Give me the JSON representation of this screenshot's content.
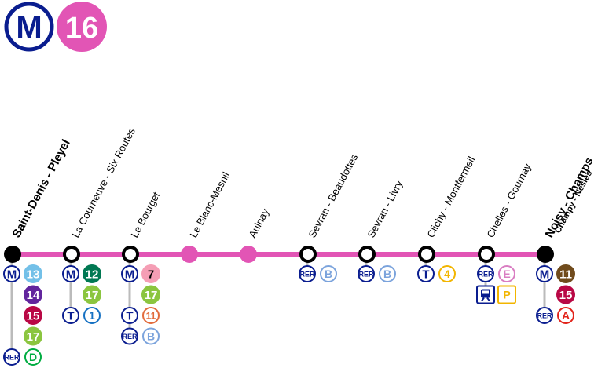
{
  "header": {
    "network_badge": "M",
    "line_badge": "16"
  },
  "colors": {
    "line": "#E255B5",
    "metro_blue": "#0A1D8F",
    "m13": "#73C0E8",
    "m14": "#62259D",
    "m15": "#B90845",
    "m17": "#8BC53F",
    "m12": "#007852",
    "m7": "#F59EB5",
    "m11": "#704B1C",
    "rer_b": "#7BA3DC",
    "rer_a": "#E2231A",
    "rer_d": "#00AC41",
    "rer_e": "#D97DC2",
    "tram_t1": "#1470C2",
    "tram_t4": "#F2B500",
    "tram_t11": "#E26B3C",
    "transilien_p": "#F2B500"
  },
  "stations": [
    {
      "name": "Saint-Denis - Pleyel",
      "terminus": true,
      "connections": [
        {
          "mode": "M",
          "lines": [
            "13",
            "14",
            "15",
            "17"
          ]
        },
        {
          "mode": "RER",
          "lines": [
            "D"
          ]
        }
      ]
    },
    {
      "name": "La Courneuve - Six Routes",
      "terminus": false,
      "connections": [
        {
          "mode": "M",
          "lines": [
            "12",
            "17"
          ]
        },
        {
          "mode": "T",
          "lines": [
            "1"
          ]
        }
      ]
    },
    {
      "name": "Le Bourget",
      "terminus": false,
      "connections": [
        {
          "mode": "M",
          "lines": [
            "7",
            "17"
          ]
        },
        {
          "mode": "T",
          "lines": [
            "11"
          ]
        },
        {
          "mode": "RER",
          "lines": [
            "B"
          ]
        }
      ]
    },
    {
      "name": "Le Blanc-Mesnil",
      "terminus": false,
      "connections": []
    },
    {
      "name": "Aulnay",
      "terminus": false,
      "connections": []
    },
    {
      "name": "Sevran - Beaudottes",
      "terminus": false,
      "connections": [
        {
          "mode": "RER",
          "lines": [
            "B"
          ]
        }
      ]
    },
    {
      "name": "Sevran - Livry",
      "terminus": false,
      "connections": [
        {
          "mode": "RER",
          "lines": [
            "B"
          ]
        }
      ]
    },
    {
      "name": "Clichy - Montfermeil",
      "terminus": false,
      "connections": [
        {
          "mode": "T",
          "lines": [
            "4"
          ]
        }
      ]
    },
    {
      "name": "Chelles - Gournay",
      "terminus": false,
      "connections": [
        {
          "mode": "RER",
          "lines": [
            "E"
          ]
        },
        {
          "mode": "Transilien",
          "lines": [
            "P"
          ]
        }
      ]
    },
    {
      "name": "Noisy - Champs",
      "subname": "Champy - Nesles",
      "terminus": true,
      "connections": [
        {
          "mode": "M",
          "lines": [
            "11",
            "15"
          ]
        },
        {
          "mode": "RER",
          "lines": [
            "A"
          ]
        }
      ]
    }
  ]
}
